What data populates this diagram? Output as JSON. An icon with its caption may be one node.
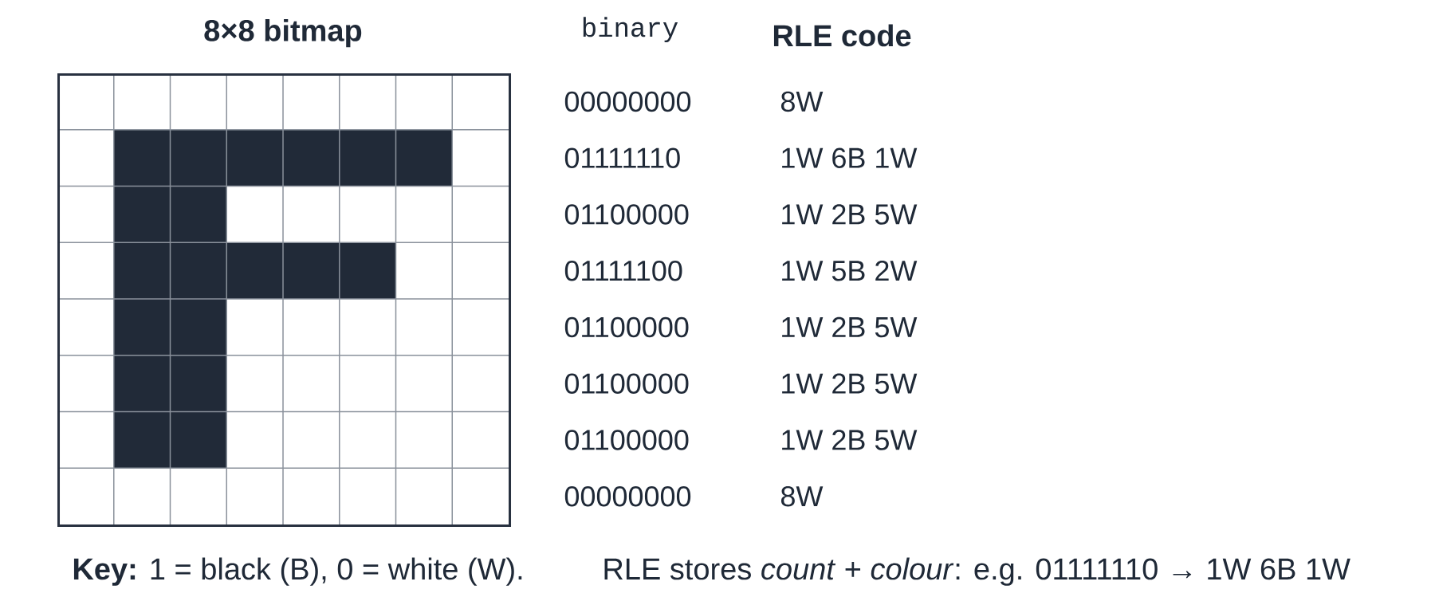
{
  "diagram": {
    "nodes": [
      {
        "text": [
          "8×8 bitmap"
        ]
      }
    ],
    "labels": [
      "binary",
      "RLE code",
      "00000000",
      "8W",
      "01111110",
      "1W 6B 1W",
      "01100000",
      "1W 2B 5W",
      "01111100",
      "1W 5B 2W",
      "01100000",
      "1W 2B 5W",
      "01100000",
      "1W 2B 5W",
      "01100000",
      "1W 2B 5W",
      "00000000",
      "8W",
      "**Key:** 1 = black (B), 0 = white (W).",
      "RLE stores *count* + *colour*: e.g. 01111110 → 1W 6B 1W"
    ]
  }
}
